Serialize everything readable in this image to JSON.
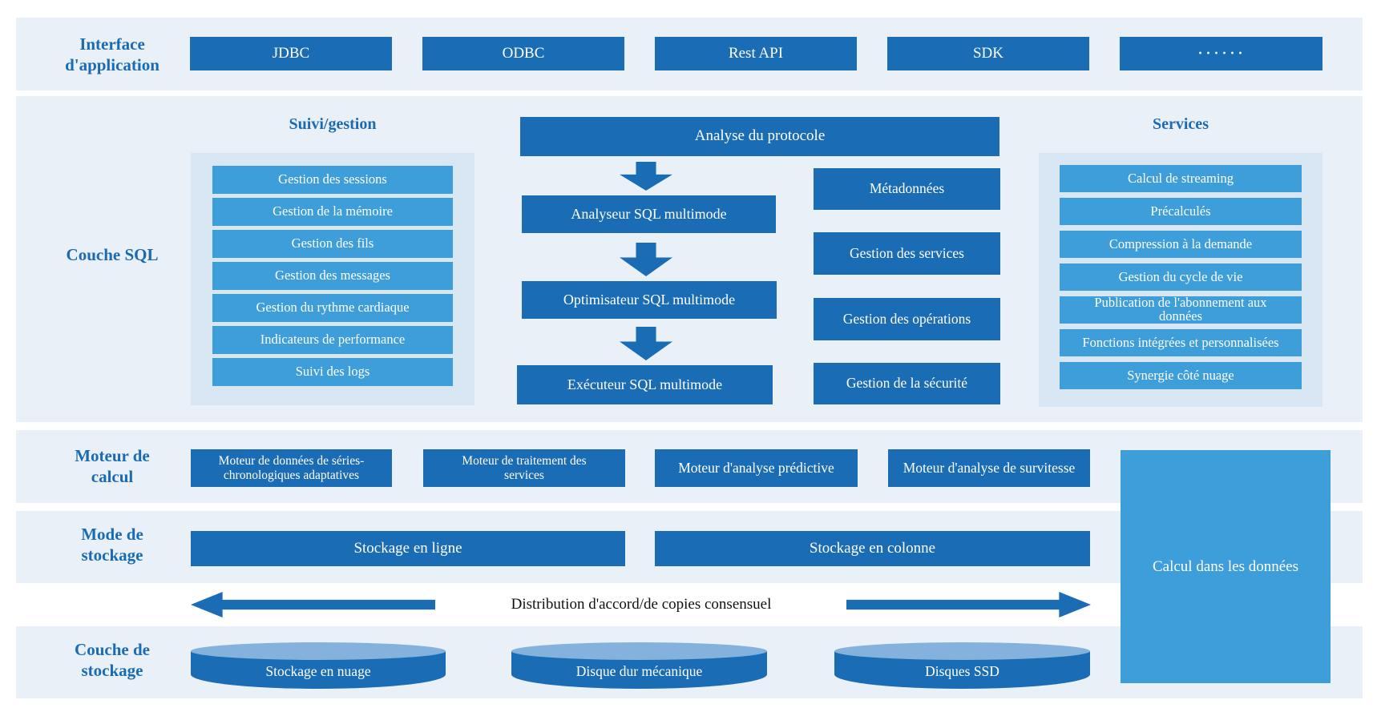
{
  "colors": {
    "band_background": "#e9f0f8",
    "panel_background": "#d9e7f5",
    "dark_blue_box": "#1a6cb4",
    "light_blue_box": "#3d9ed9",
    "cylinder_top": "#85b1dd",
    "label_text": "#1b6bb2",
    "box_text": "#ffffff"
  },
  "app": {
    "label": "Interface\nd'application",
    "boxes": [
      "JDBC",
      "ODBC",
      "Rest API",
      "SDK",
      "······"
    ]
  },
  "sql": {
    "label": "Couche SQL",
    "monitoring": {
      "title": "Suivi/gestion",
      "items": [
        "Gestion des sessions",
        "Gestion de la mémoire",
        "Gestion des fils",
        "Gestion des messages",
        "Gestion du rythme cardiaque",
        "Indicateurs de performance",
        "Suivi des logs"
      ]
    },
    "pipeline": {
      "protocol": "Analyse du protocole",
      "stages": [
        "Analyseur SQL multimode",
        "Optimisateur SQL multimode",
        "Exécuteur SQL multimode"
      ]
    },
    "management": [
      "Métadonnées",
      "Gestion des services",
      "Gestion des opérations",
      "Gestion de la sécurité"
    ],
    "services": {
      "title": "Services",
      "items": [
        "Calcul de streaming",
        "Précalculés",
        "Compression à la demande",
        "Gestion du cycle de vie",
        "Publication de l'abonnement aux\ndonnées",
        "Fonctions intégrées et personnalisées",
        "Synergie côté nuage"
      ]
    }
  },
  "engine": {
    "label": "Moteur de\ncalcul",
    "boxes": [
      "Moteur de données de séries-\nchronologiques adaptatives",
      "Moteur de traitement des\nservices",
      "Moteur d'analyse prédictive",
      "Moteur d'analyse de survitesse"
    ]
  },
  "storage_mode": {
    "label": "Mode de\nstockage",
    "boxes": [
      "Stockage en ligne",
      "Stockage en colonne"
    ]
  },
  "distribution": {
    "label": "Distribution d'accord/de copies consensuel"
  },
  "storage_layer": {
    "label": "Couche de\nstockage",
    "cylinders": [
      "Stockage en nuage",
      "Disque dur mécanique",
      "Disques SSD"
    ]
  },
  "in_data_compute": {
    "label": "Calcul dans les données"
  }
}
